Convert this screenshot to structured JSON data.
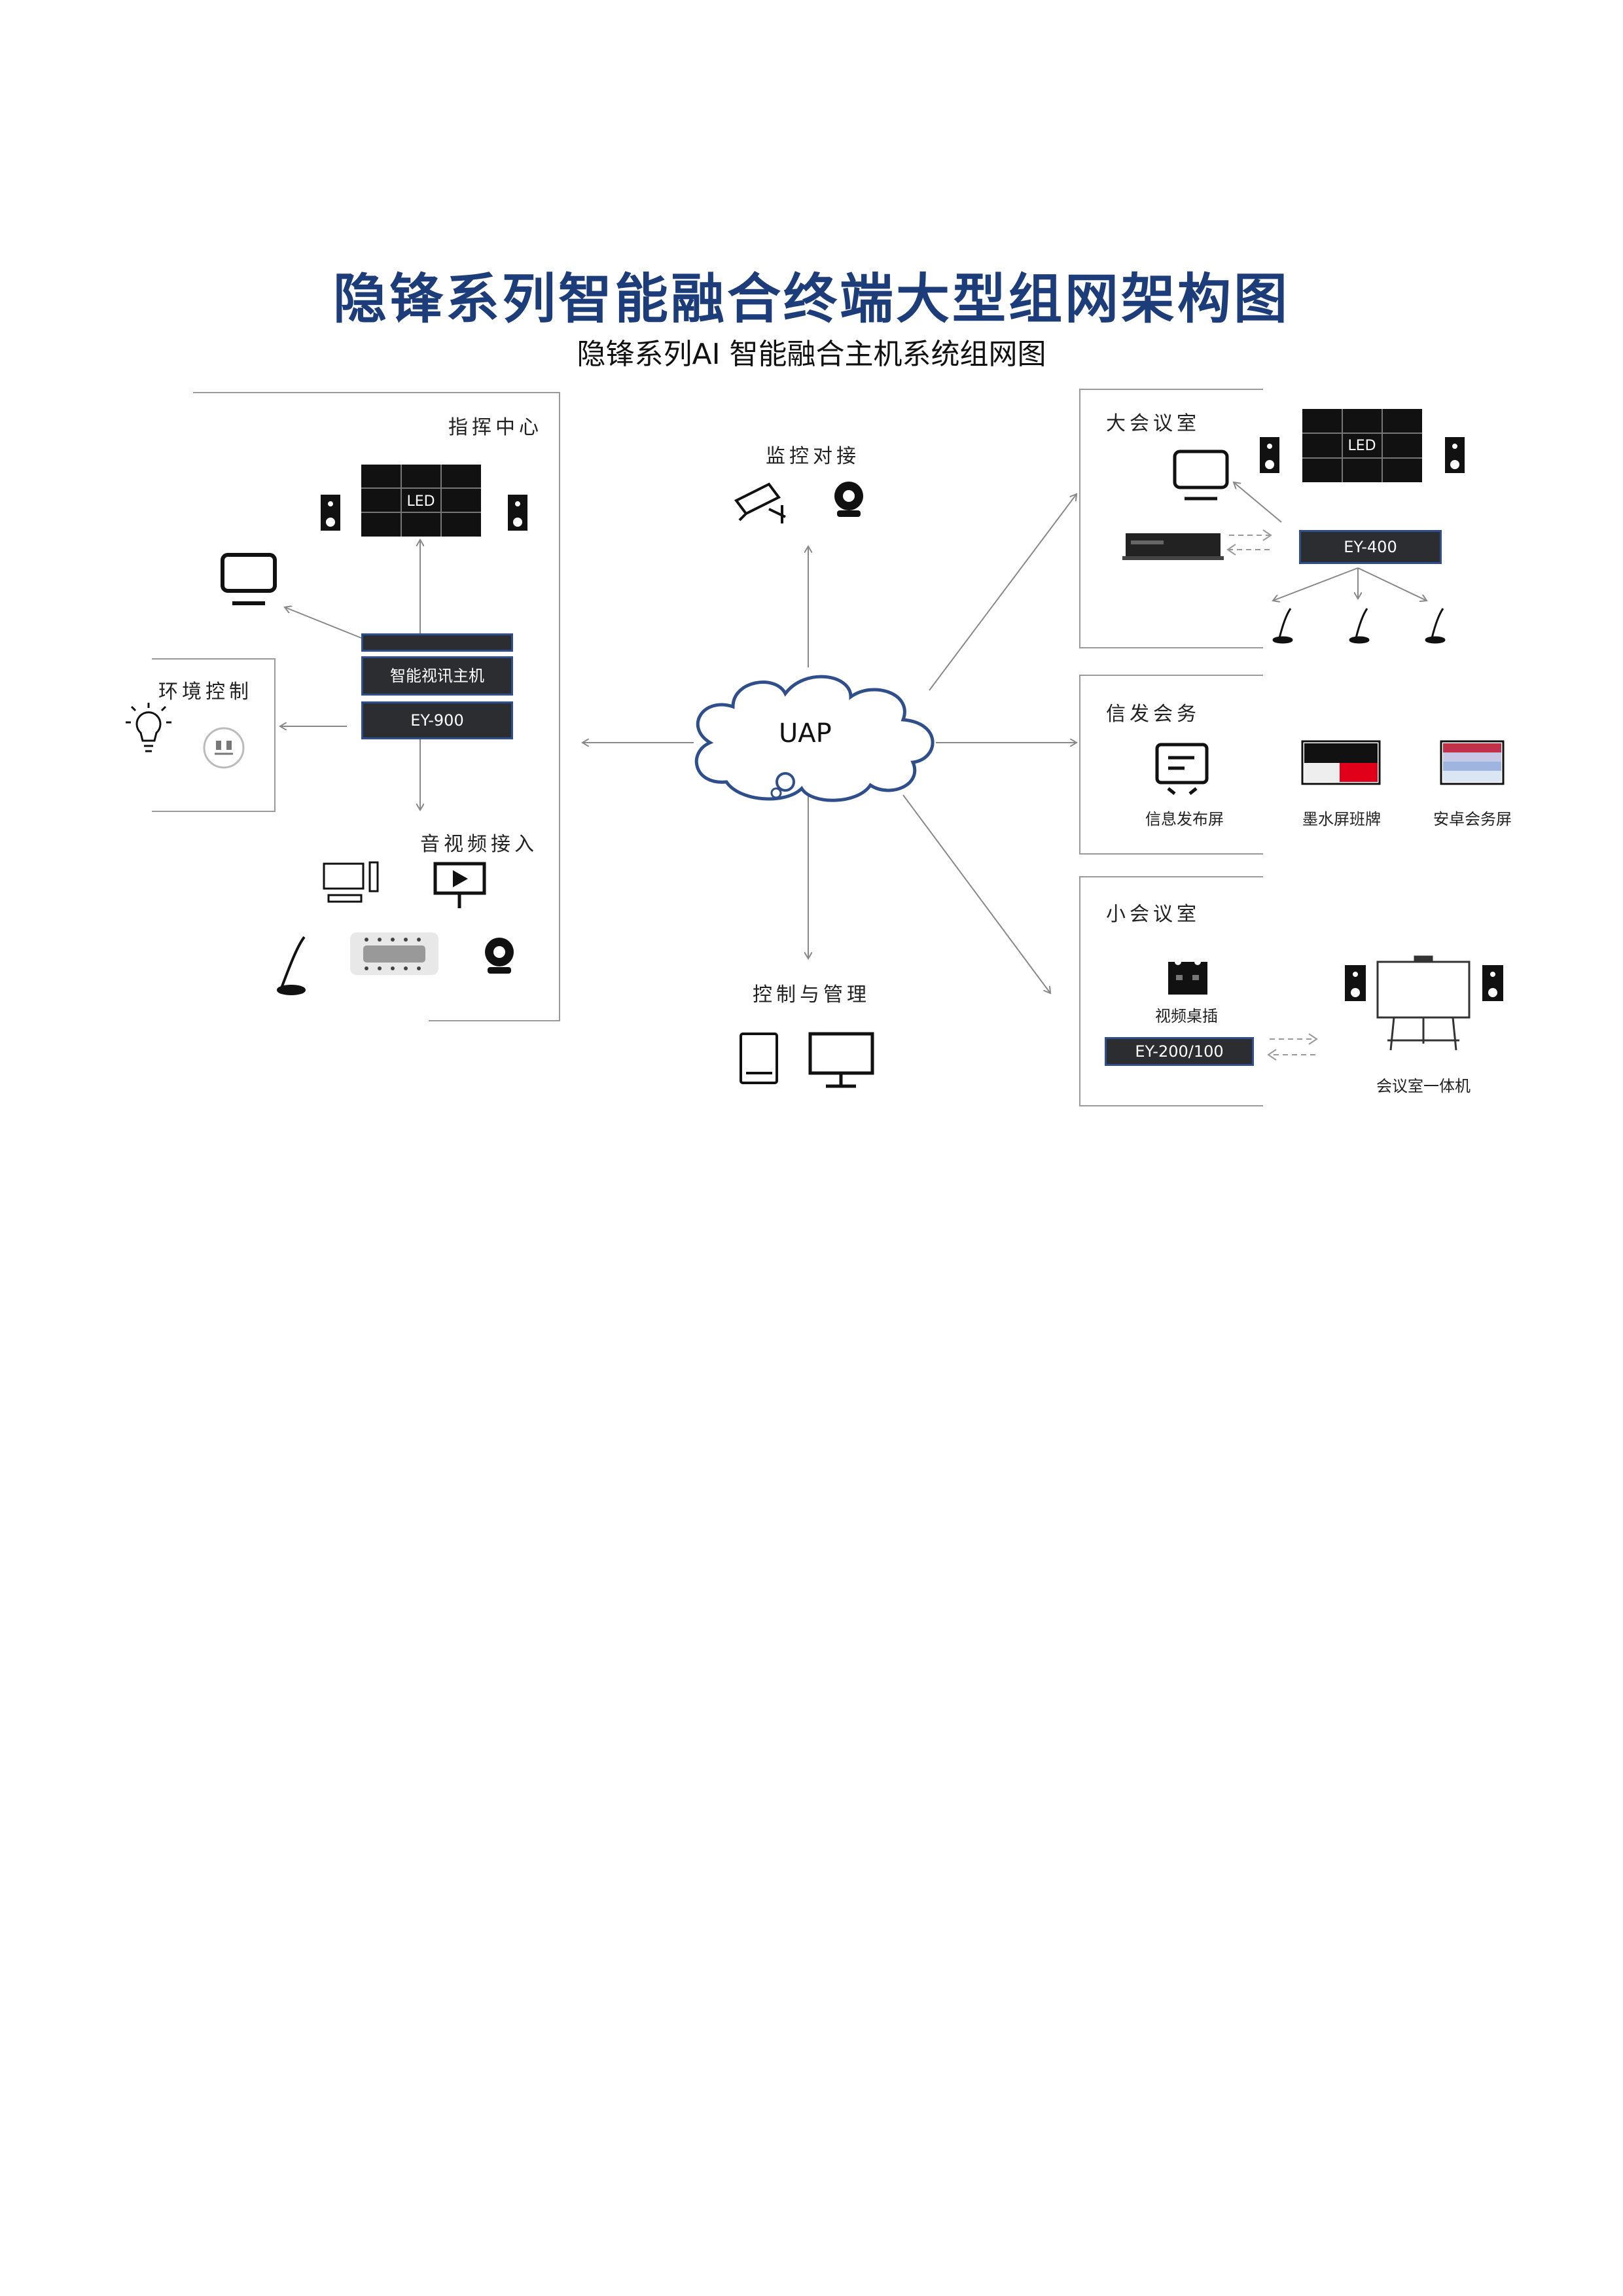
{
  "title": "隐锋系列智能融合终端大型组网架构图",
  "subtitle": "隐锋系列AI 智能融合主机系统组网图",
  "center": {
    "label": "UAP"
  },
  "colors": {
    "title": "#1d3d7a",
    "device_box": "#2b2d30",
    "box_border": "#2f4f8c",
    "cloud_stroke": "#2f4f8c",
    "line": "#888888"
  },
  "command_center": {
    "label": "指挥中心",
    "led_label": "LED",
    "host_label": "智能视讯主机",
    "host_model": "EY-900",
    "icons": [
      "speaker-icon",
      "led-wall-icon",
      "tv-icon"
    ]
  },
  "env_control": {
    "label": "环境控制",
    "icons": [
      "bulb-icon",
      "socket-icon"
    ]
  },
  "av_access": {
    "label": "音视频接入",
    "icons": [
      "pc-icon",
      "projector-icon",
      "gooseneck-mic-icon",
      "array-mic-icon",
      "camera-icon"
    ]
  },
  "monitoring": {
    "label": "监控对接",
    "icons": [
      "cctv-camera-icon",
      "webcam-icon"
    ]
  },
  "control_mgmt": {
    "label": "控制与管理",
    "icons": [
      "tablet-icon",
      "monitor-icon"
    ]
  },
  "large_meeting": {
    "label": "大会议室",
    "led_label": "LED",
    "device_model": "EY-400",
    "icons": [
      "tv-icon",
      "speaker-icon",
      "set-top-box-icon",
      "gooseneck-mic-icon"
    ]
  },
  "publish": {
    "label": "信发会务",
    "items": [
      "信息发布屏",
      "墨水屏班牌",
      "安卓会务屏"
    ]
  },
  "small_meeting": {
    "label": "小会议室",
    "device_label": "视频桌插",
    "device_model": "EY-200/100",
    "board_label": "会议室一体机"
  }
}
